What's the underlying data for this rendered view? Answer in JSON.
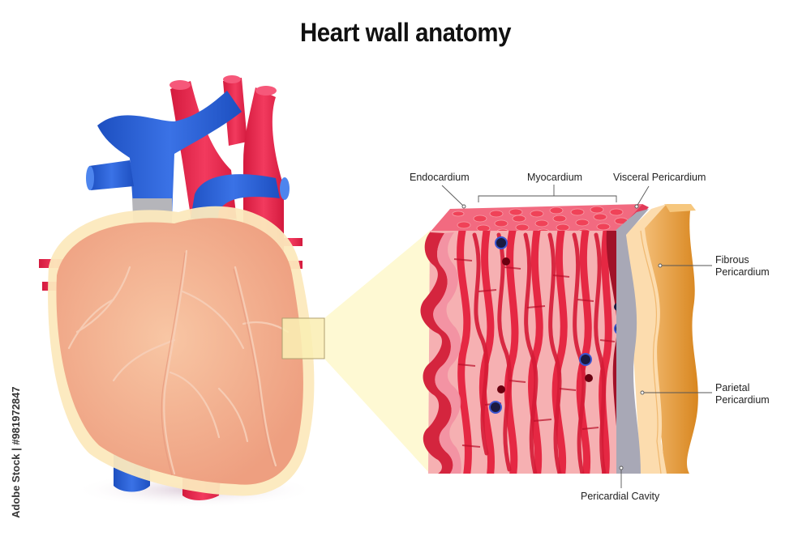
{
  "title": "Heart wall anatomy",
  "labels": {
    "endocardium": "Endocardium",
    "myocardium": "Myocardium",
    "visceral_pericardium": "Visceral Pericardium",
    "fibrous_pericardium_1": "Fibrous",
    "fibrous_pericardium_2": "Pericardium",
    "parietal_pericardium_1": "Parietal",
    "parietal_pericardium_2": "Pericardium",
    "pericardial_cavity": "Pericardial Cavity"
  },
  "watermark": "Adobe Stock | #981972847",
  "colors": {
    "vein": "#2255c8",
    "artery": "#e8244a",
    "heart_outer": "#fbe7b5",
    "heart_inner": "#f4b48f",
    "myocardium": "#f2a0a2",
    "fiber": "#e4213a",
    "fibrous": "#e89a3a",
    "parietal": "#fbd9a8",
    "visceral": "#9a9aa8"
  }
}
